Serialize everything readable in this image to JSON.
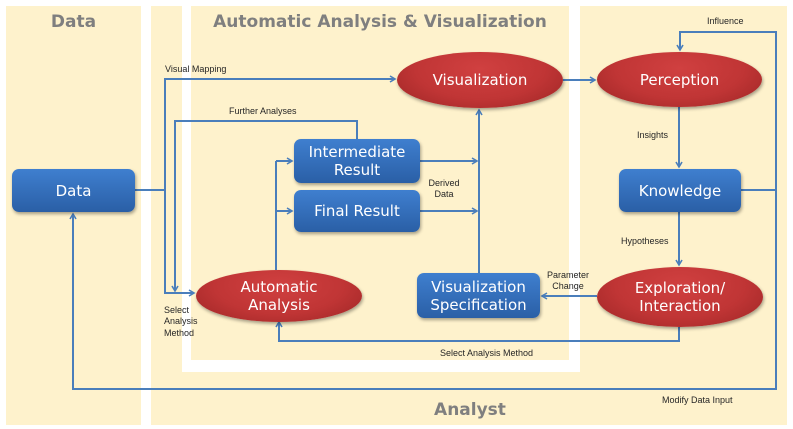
{
  "panels": {
    "data": {
      "title": "Data"
    },
    "analyst": {
      "title": "Analyst"
    },
    "automatic": {
      "title": "Automatic Analysis & Visualization"
    }
  },
  "nodes": {
    "data": "Data",
    "intermediate_result_line1": "Intermediate",
    "intermediate_result_line2": "Result",
    "final_result": "Final Result",
    "automatic_analysis_line1": "Automatic",
    "automatic_analysis_line2": "Analysis",
    "visualization": "Visualization",
    "visualization_spec_line1": "Visualization",
    "visualization_spec_line2": "Specification",
    "perception": "Perception",
    "knowledge": "Knowledge",
    "exploration_line1": "Exploration/",
    "exploration_line2": "Interaction"
  },
  "edge_labels": {
    "visual_mapping": "Visual Mapping",
    "further_analyses": "Further Analyses",
    "derived_data_line1": "Derived",
    "derived_data_line2": "Data",
    "select_method_line1": "Select",
    "select_method_line2": "Analysis",
    "select_method_line3": "Method",
    "select_analysis_method": "Select Analysis Method",
    "parameter_change_line1": "Parameter",
    "parameter_change_line2": "Change",
    "influence": "Influence",
    "insights": "Insights",
    "hypotheses": "Hypotheses",
    "modify_data_input": "Modify Data Input"
  },
  "colors": {
    "panel": "#fef2cc",
    "box": "#2f6cb8",
    "ellipse": "#c03535",
    "wire": "#4a7ebb",
    "title": "#7f7f7f"
  }
}
